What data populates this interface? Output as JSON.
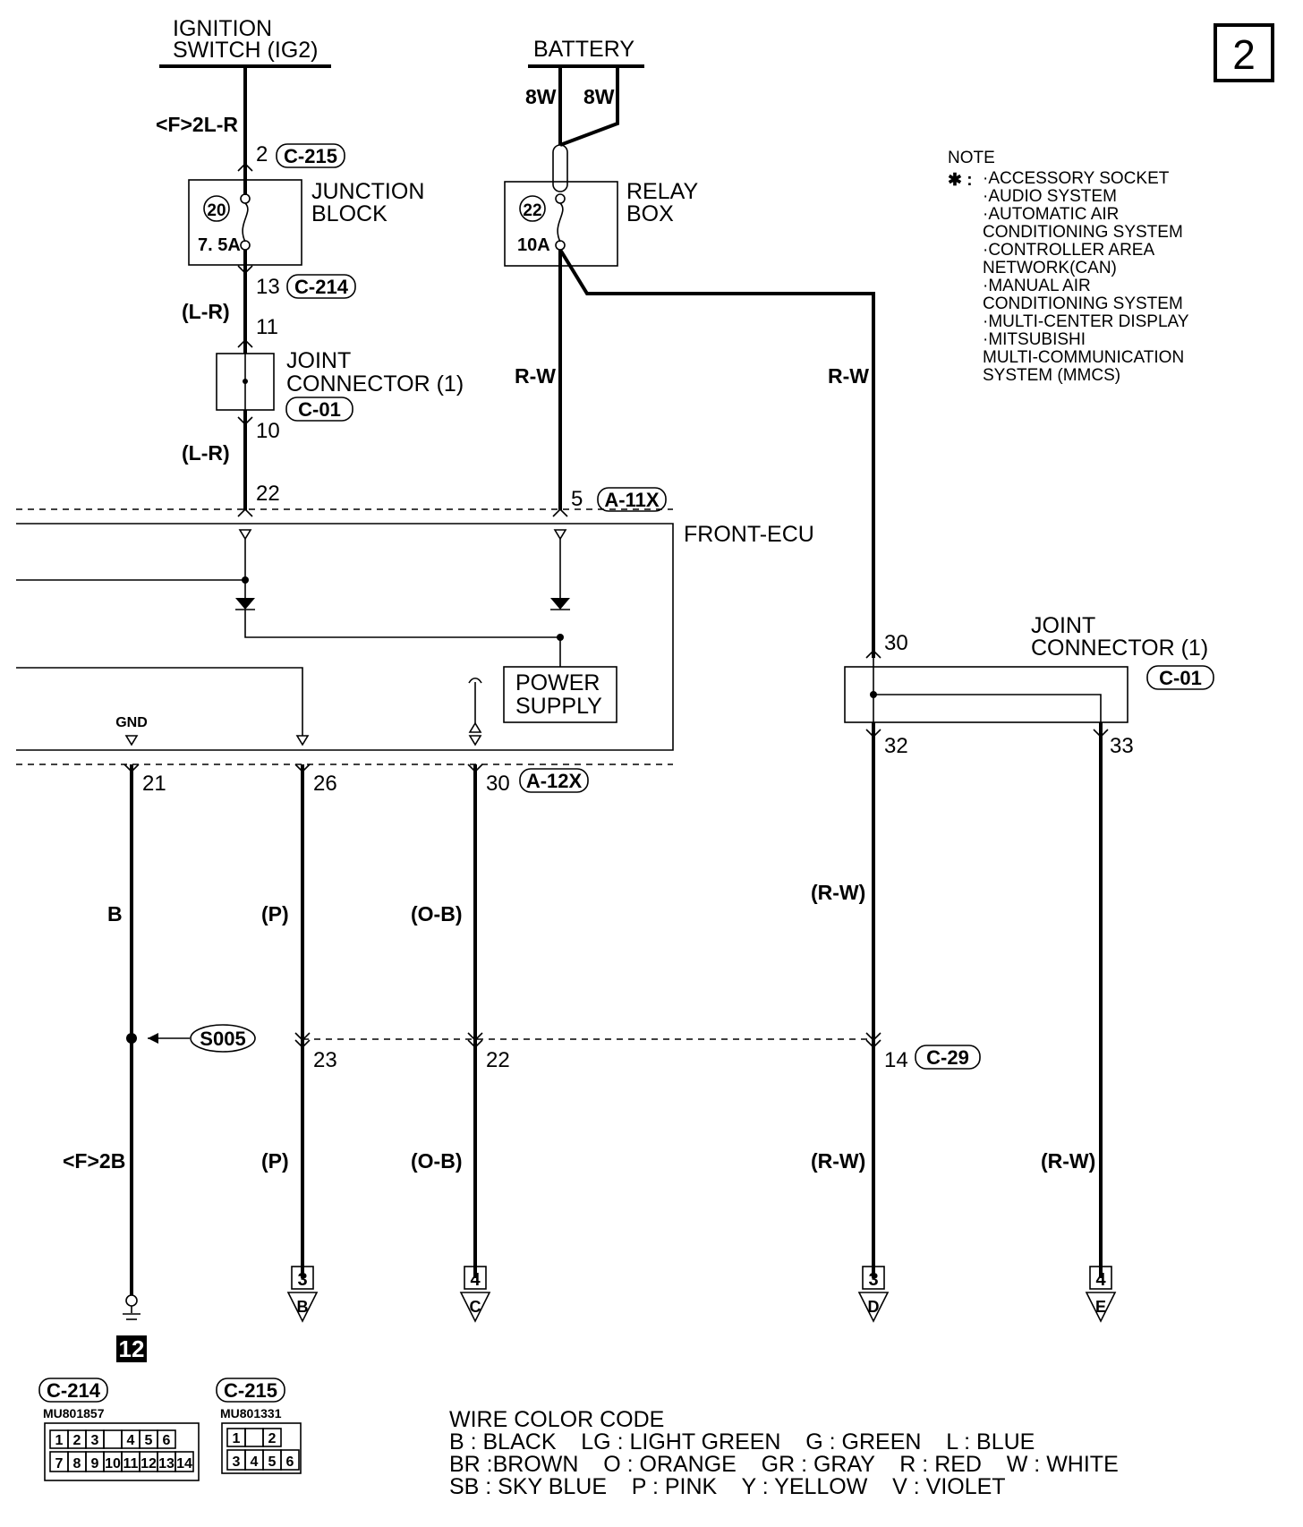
{
  "page_number": "2",
  "sources": {
    "ignition_l1": "IGNITION",
    "ignition_l2": "SWITCH (IG2)",
    "battery": "BATTERY",
    "battery_wire_a": "8W",
    "battery_wire_b": "8W"
  },
  "junction_block": {
    "l1": "JUNCTION",
    "l2": "BLOCK",
    "fuse_no": "20",
    "fuse_rating": "7. 5A",
    "in_wire": "<F>2L-R",
    "in_pin": "2",
    "in_conn": "C-215",
    "out_pin": "13",
    "out_conn": "C-214"
  },
  "relay_box": {
    "l1": "RELAY",
    "l2": "BOX",
    "fuse_no": "22",
    "fuse_rating": "10A"
  },
  "joint_connector_left": {
    "l1": "JOINT",
    "l2": "CONNECTOR (1)",
    "conn": "C-01",
    "pin_in": "11",
    "pin_out": "10",
    "wire_in": "(L-R)",
    "wire_out": "(L-R)"
  },
  "joint_connector_right": {
    "l1": "JOINT",
    "l2": "CONNECTOR (1)",
    "conn": "C-01",
    "pin_in": "30",
    "pin_out_a": "32",
    "pin_out_b": "33"
  },
  "wires": {
    "relay_down": "R-W",
    "relay_right": "R-W",
    "right_a_upper": "(R-W)",
    "right_a_lower": "(R-W)",
    "right_b_lower": "(R-W)",
    "gnd_upper": "B",
    "gnd_lower": "<F>2B",
    "pink_upper": "(P)",
    "pink_lower": "(P)",
    "ob_upper": "(O-B)",
    "ob_lower": "(O-B)"
  },
  "front_ecu": {
    "name": "FRONT-ECU",
    "power_l1": "POWER",
    "power_l2": "SUPPLY",
    "gnd_label": "GND",
    "top_pin_left": "22",
    "top_pin_right": "5",
    "top_conn": "A-11X",
    "bottom_pin_gnd": "21",
    "bottom_pin_p": "26",
    "bottom_pin_ob": "30",
    "bottom_conn": "A-12X"
  },
  "splice": "S005",
  "c29": {
    "pin_p": "23",
    "pin_ob": "22",
    "pin_rw": "14",
    "conn": "C-29"
  },
  "terminals": [
    {
      "page": "3",
      "letter": "B"
    },
    {
      "page": "4",
      "letter": "C"
    },
    {
      "page": "3",
      "letter": "D"
    },
    {
      "page": "4",
      "letter": "E"
    }
  ],
  "ground_no": "12",
  "note": {
    "title": "NOTE",
    "star": "✱ :",
    "lines": [
      "·ACCESSORY SOCKET",
      "·AUDIO SYSTEM",
      "·AUTOMATIC AIR",
      "CONDITIONING SYSTEM",
      "·CONTROLLER AREA",
      "NETWORK(CAN)",
      "·MANUAL AIR",
      "CONDITIONING SYSTEM",
      "·MULTI-CENTER DISPLAY",
      "·MITSUBISHI",
      "MULTI-COMMUNICATION",
      "SYSTEM (MMCS)"
    ]
  },
  "connector_views": {
    "c214": {
      "name": "C-214",
      "part": "MU801857",
      "row1": [
        "1",
        "2",
        "3",
        "",
        "4",
        "5",
        "6"
      ],
      "row2": [
        "7",
        "8",
        "9",
        "10",
        "11",
        "12",
        "13",
        "14"
      ]
    },
    "c215": {
      "name": "C-215",
      "part": "MU801331",
      "row1": [
        "1",
        "",
        "2"
      ],
      "row2": [
        "3",
        "4",
        "5",
        "6"
      ]
    }
  },
  "wire_color_code": {
    "title": "WIRE COLOR CODE",
    "line1": "B : BLACK    LG : LIGHT GREEN    G : GREEN    L : BLUE",
    "line2": "BR :BROWN    O : ORANGE    GR : GRAY    R : RED    W : WHITE",
    "line3": "SB : SKY BLUE    P : PINK    Y : YELLOW    V : VIOLET"
  }
}
